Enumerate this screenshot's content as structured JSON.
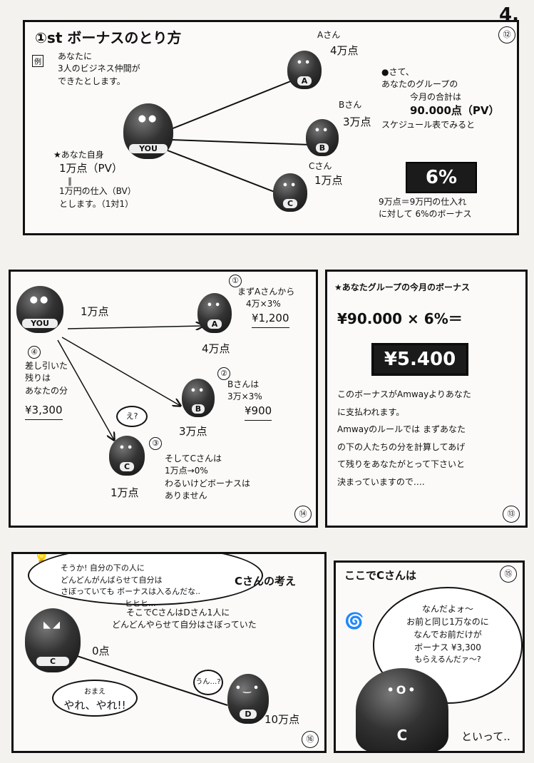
{
  "page_number": "4.",
  "panel12": {
    "num": "⑫",
    "title": "①st ボーナスのとり方",
    "example_tag": "例",
    "intro": [
      "あなたに",
      "3人のビジネス仲間が",
      "できたとします。"
    ],
    "you_label": "YOU",
    "a_name": "Aさん",
    "a_points": "4万点",
    "a_label": "A",
    "b_name": "Bさん",
    "b_points": "3万点",
    "b_label": "B",
    "c_name": "Cさん",
    "c_points": "1万点",
    "c_label": "C",
    "you_notes": [
      "★あなた自身",
      "1万点（PV）",
      "∥",
      "1万円の仕入（BV）",
      "とします。（1対1）"
    ],
    "right_text": [
      "●さて、",
      "あなたのグループの",
      "今月の合計は",
      "90.000点（PV）",
      "スケジュール表でみると"
    ],
    "percent": "6%",
    "bottom_text": [
      "9万点＝9万円の仕入れ",
      "に対して 6%のボーナス"
    ]
  },
  "panel14": {
    "num": "⑭",
    "you_label": "YOU",
    "you_points": "1万点",
    "a_label": "A",
    "a_points": "4万点",
    "b_label": "B",
    "b_points": "3万点",
    "c_label": "C",
    "c_points": "1万点",
    "c_bubble": "え?",
    "step1_num": "①",
    "step1": [
      "まずAさんから",
      "4万×3%",
      "¥1,200"
    ],
    "step2_num": "②",
    "step2": [
      "Bさんは",
      "3万×3%",
      "¥900"
    ],
    "step3_num": "③",
    "step3": [
      "そしてCさんは",
      "1万点→0%",
      "わるいけどボーナスは",
      "ありません"
    ],
    "step4_num": "④",
    "step4": [
      "差し引いた",
      "残りは",
      "あなたの分",
      "¥3,300"
    ]
  },
  "panel13": {
    "num": "⑬",
    "heading": "★あなたグループの今月のボーナス",
    "formula": "¥90.000 × 6%＝",
    "result": "¥5.400",
    "body": [
      "このボーナスがAmwayよりあなた",
      "に支払われます。",
      "Amwayのルールでは まずあなた",
      "の下の人たちの分を計算してあげ",
      "て残りをあなたがとって下さいと",
      "決まっていますので…."
    ]
  },
  "panel16": {
    "num": "⑯",
    "thought": [
      "そうか! 自分の下の人に",
      "どんどんがんばらせて自分は",
      "さぼっていても ボーナスは入るんだな..",
      "ヒヒヒ..."
    ],
    "caption_title": "Cさんの考え",
    "narration": [
      "そこでCさんはDさん1人に",
      "どんどんやらせて自分はさぼっていた"
    ],
    "c_label": "C",
    "c_points": "0点",
    "d_label": "D",
    "d_points": "10万点",
    "c_speech": [
      "おまえ",
      "やれ、やれ!!"
    ],
    "d_speech": [
      "うん…?"
    ]
  },
  "panel15": {
    "num": "⑮",
    "title": "ここでCさんは",
    "speech": [
      "なんだよォ〜",
      "お前と同じ1万なのに",
      "なんでお前だけが",
      "ボーナス ¥3,300",
      "もらえるんだァ〜?"
    ],
    "caption": "といって.."
  }
}
